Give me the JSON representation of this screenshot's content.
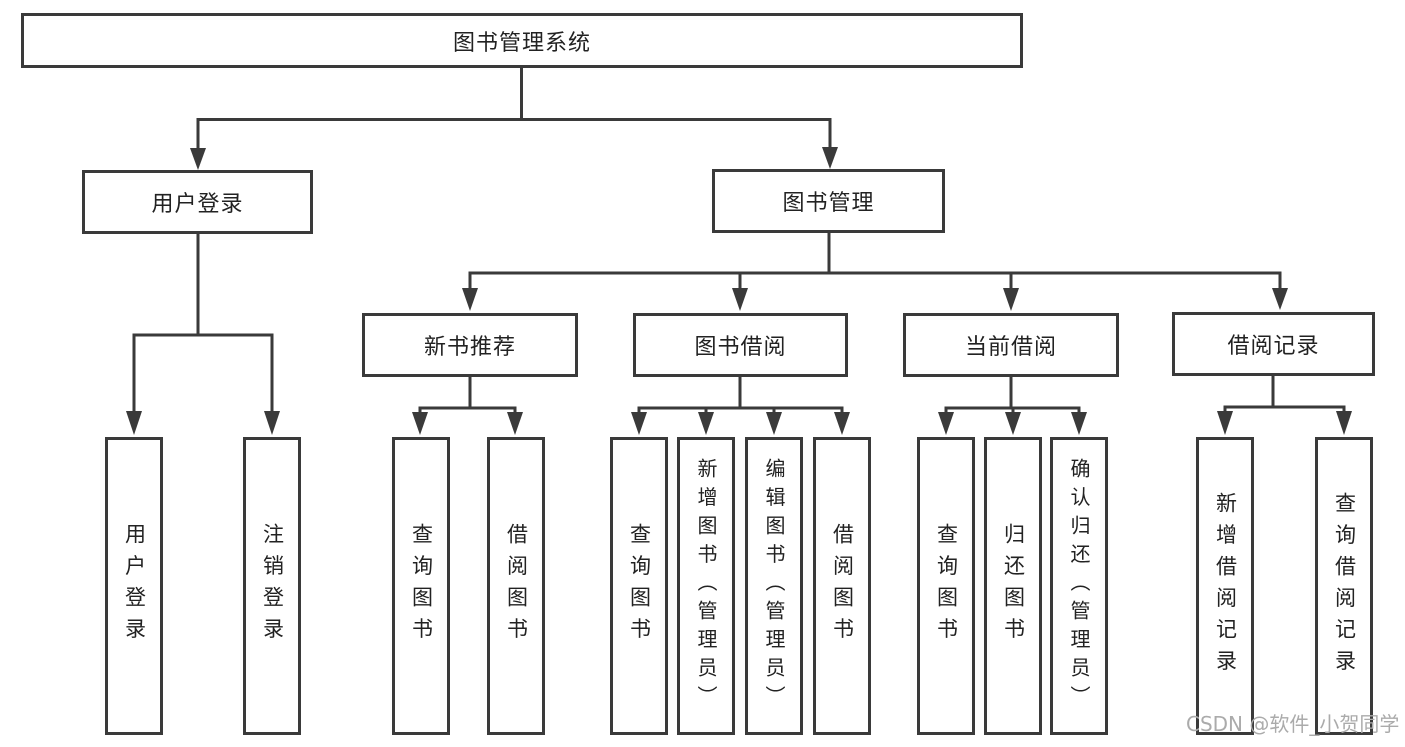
{
  "diagram_title": "图书管理系统",
  "nodes": {
    "root": "图书管理系统",
    "l2_user_login": "用户登录",
    "l2_book_mgmt": "图书管理",
    "l3_new_book": "新书推荐",
    "l3_book_borrow": "图书借阅",
    "l3_current_borrow": "当前借阅",
    "l3_borrow_records": "借阅记录",
    "leaf_user_login": "用户登录",
    "leaf_logout": "注销登录",
    "leaf_nb_query": "查询图书",
    "leaf_nb_borrow": "借阅图书",
    "leaf_bb_query": "查询图书",
    "leaf_bb_add": "新增图书（管理员）",
    "leaf_bb_edit": "编辑图书（管理员）",
    "leaf_bb_borrow": "借阅图书",
    "leaf_cb_query": "查询图书",
    "leaf_cb_return": "归还图书",
    "leaf_cb_confirm": "确认归还（管理员）",
    "leaf_br_add": "新增借阅记录",
    "leaf_br_query": "查询借阅记录"
  },
  "structure": {
    "root": "图书管理系统",
    "children": [
      {
        "label": "用户登录",
        "children": [
          "用户登录",
          "注销登录"
        ]
      },
      {
        "label": "图书管理",
        "children": [
          {
            "label": "新书推荐",
            "children": [
              "查询图书",
              "借阅图书"
            ]
          },
          {
            "label": "图书借阅",
            "children": [
              "查询图书",
              "新增图书（管理员）",
              "编辑图书（管理员）",
              "借阅图书"
            ]
          },
          {
            "label": "当前借阅",
            "children": [
              "查询图书",
              "归还图书",
              "确认归还（管理员）"
            ]
          },
          {
            "label": "借阅记录",
            "children": [
              "新增借阅记录",
              "查询借阅记录"
            ]
          }
        ]
      }
    ]
  },
  "watermark": "CSDN @软件_小贺同学",
  "colors": {
    "line": "#3a3a3a",
    "text": "#222222",
    "background": "#ffffff",
    "watermark": "#ababab"
  }
}
